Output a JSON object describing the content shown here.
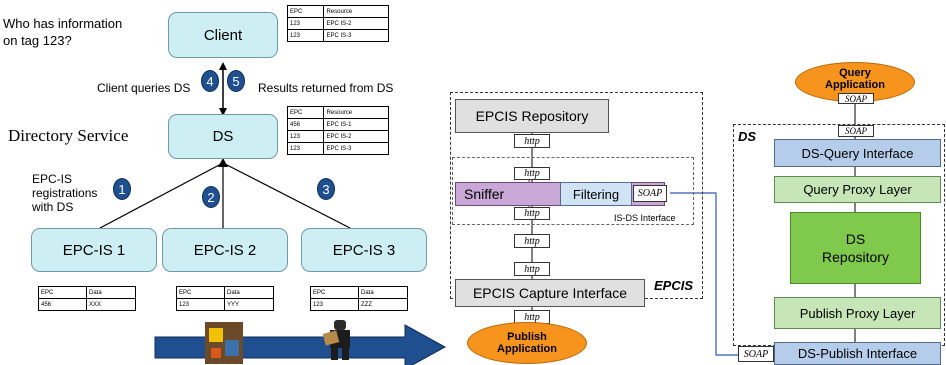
{
  "left": {
    "question": [
      "Who has information",
      "on tag 123?"
    ],
    "client_label": "Client",
    "client_queries": "Client queries DS",
    "results_returned": "Results returned from DS",
    "ds_title": "Directory Service",
    "ds_label": "DS",
    "registrations": [
      "EPC-IS",
      "registrations",
      "with DS"
    ],
    "steps": [
      "1",
      "2",
      "3",
      "4",
      "5"
    ],
    "epcis_nodes": [
      "EPC-IS 1",
      "EPC-IS 2",
      "EPC-IS 3"
    ],
    "client_table": {
      "headers": [
        "EPC",
        "Resource"
      ],
      "rows": [
        [
          "123",
          "EPC IS-2"
        ],
        [
          "123",
          "EPC IS-3"
        ]
      ]
    },
    "ds_table": {
      "headers": [
        "EPC",
        "Resource"
      ],
      "rows": [
        [
          "456",
          "EPC IS-1"
        ],
        [
          "123",
          "EPC IS-2"
        ],
        [
          "123",
          "EPC IS-3"
        ]
      ]
    },
    "node_tables": [
      {
        "headers": [
          "EPC",
          "Data"
        ],
        "rows": [
          [
            "456",
            "XXX"
          ]
        ]
      },
      {
        "headers": [
          "EPC",
          "Data"
        ],
        "rows": [
          [
            "123",
            "YYY"
          ]
        ]
      },
      {
        "headers": [
          "EPC",
          "Data"
        ],
        "rows": [
          [
            "123",
            "ZZZ"
          ]
        ]
      }
    ]
  },
  "middle": {
    "repository": "EPCIS Repository",
    "http": "http",
    "sniffer": "Sniffer",
    "filtering": "Filtering",
    "soap": "SOAP",
    "isds_interface": "IS-DS Interface",
    "capture": "EPCIS Capture Interface",
    "epcis": "EPCIS",
    "publish_app": [
      "Publish",
      "Application"
    ]
  },
  "right": {
    "query_app": [
      "Query",
      "Application"
    ],
    "soap": "SOAP",
    "ds": "DS",
    "query_interface": "DS-Query Interface",
    "query_proxy": "Query Proxy Layer",
    "repository": [
      "DS",
      "Repository"
    ],
    "publish_proxy": "Publish Proxy Layer",
    "publish_interface": "DS-Publish Interface"
  },
  "colors": {
    "arrow": "#1f4f8f",
    "node": "#cdeef2",
    "orange": "#f7941d",
    "link": "#2f5bb7"
  }
}
